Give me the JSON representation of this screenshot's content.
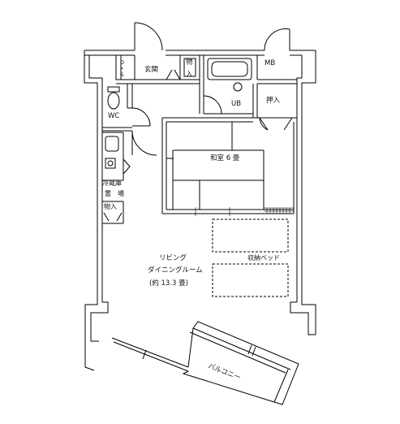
{
  "floorplan": {
    "rooms": {
      "ps": "p・s",
      "entrance": "玄関",
      "storage_entrance_1": "物",
      "storage_entrance_2": "入",
      "mb": "MB",
      "ub": "UB",
      "oshiire": "押入",
      "wc": "WC",
      "washitsu": "和室 6 畳",
      "fridge_1": "冷蔵庫",
      "fridge_2": "置　場",
      "storage_kitchen": "物入",
      "ldk_1": "リビング",
      "ldk_2": "ダイニングルーム",
      "ldk_3": "(約 13.3 畳)",
      "bed": "収納ベッド",
      "balcony": "バルコニー"
    }
  }
}
